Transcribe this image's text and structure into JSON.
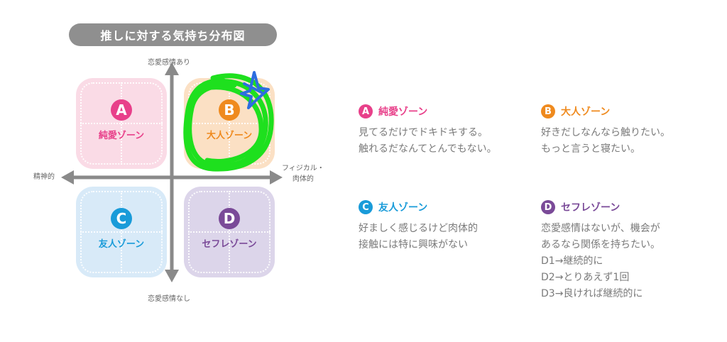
{
  "title": "推しに対する気持ち分布図",
  "axes": {
    "top": "恋愛感情あり",
    "bottom": "恋愛感情なし",
    "left": "精神的",
    "right_line1": "フィジカル・",
    "right_line2": "肉体的"
  },
  "quadrants": [
    {
      "letter": "A",
      "label": "純愛ゾーン",
      "color": "#e8408a",
      "bg": "#fadbe6"
    },
    {
      "letter": "B",
      "label": "大人ゾーン",
      "color": "#ef8a1e",
      "bg": "#fbe0c4"
    },
    {
      "letter": "C",
      "label": "友人ゾーン",
      "color": "#199bd9",
      "bg": "#d8eaf8"
    },
    {
      "letter": "D",
      "label": "セフレゾーン",
      "color": "#7a4a98",
      "bg": "#dcd5ea"
    }
  ],
  "legend": [
    {
      "letter": "A",
      "name": "純愛ゾーン",
      "lines": [
        "見てるだけでドキドキする。",
        "触れるだなんてとんでもない。"
      ]
    },
    {
      "letter": "B",
      "name": "大人ゾーン",
      "lines": [
        "好きだしなんなら触りたい。",
        "もっと言うと寝たい。"
      ]
    },
    {
      "letter": "C",
      "name": "友人ゾーン",
      "lines": [
        "好ましく感じるけど肉体的",
        "接触には特に興味がない"
      ]
    },
    {
      "letter": "D",
      "name": "セフレゾーン",
      "lines": [
        "恋愛感情はないが、機会が",
        "あるなら関係を持ちたい。",
        "D1→継続的に",
        "D2→とりあえず1回",
        "D3→良ければ継続的に"
      ]
    }
  ],
  "colors": {
    "axis": "#8a8a8a",
    "title_bg": "#8f8f8f",
    "highlight_green": "#1ee01e",
    "highlight_star": "#2d6de0"
  }
}
